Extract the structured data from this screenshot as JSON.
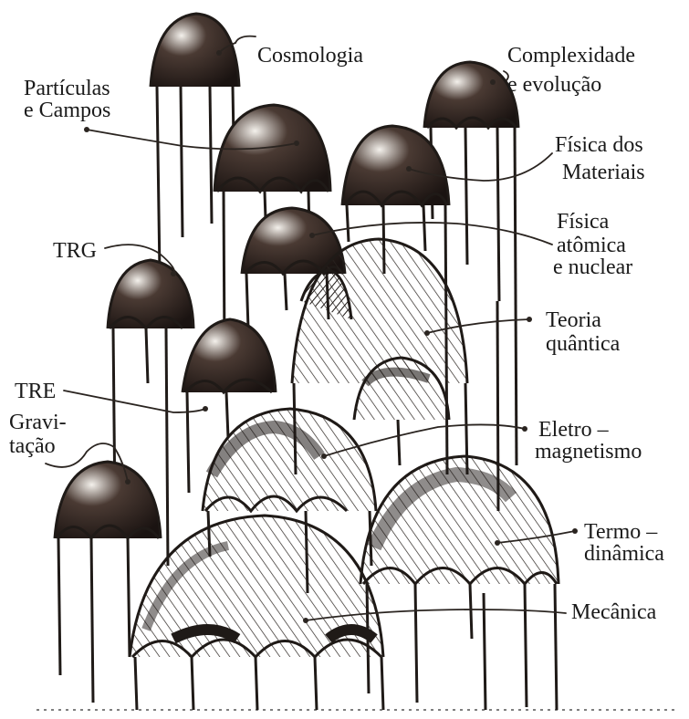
{
  "labels": {
    "cosmologia": "Cosmologia",
    "complexidade_1": "Complexidade",
    "complexidade_2": "e evolução",
    "particulas_1": "Partículas",
    "particulas_2": "e Campos",
    "fisica_materiais_1": "Física dos",
    "fisica_materiais_2": "Materiais",
    "fisica_atomica_1": "Física",
    "fisica_atomica_2": "atômica",
    "fisica_atomica_3": "e nuclear",
    "trg": "TRG",
    "teoria_quantica_1": "Teoria",
    "teoria_quantica_2": "quântica",
    "tre": "TRE",
    "gravitacao_1": "Gravi-",
    "gravitacao_2": "tação",
    "eletromagnetismo_1": "Eletro –",
    "eletromagnetismo_2": "magnetismo",
    "termodinamica_1": "Termo –",
    "termodinamica_2": "dinâmica",
    "mecanica": "Mecânica"
  },
  "colors": {
    "ink": "#1f1a17",
    "text": "#1a1a1a",
    "paper": "#ffffff"
  }
}
